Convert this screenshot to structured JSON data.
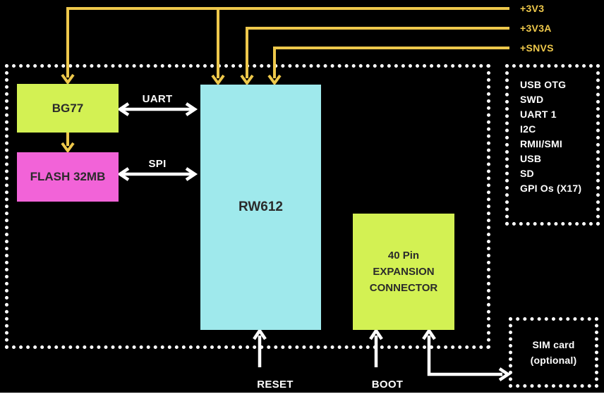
{
  "colors": {
    "background": "#000000",
    "green": "#d3f153",
    "magenta": "#f263d8",
    "cyan": "#9fe9ec",
    "yellow": "#eec84b",
    "white": "#ffffff",
    "dark_text": "#2b2b2b"
  },
  "power_rails": [
    {
      "label": "+3V3"
    },
    {
      "label": "+3V3A"
    },
    {
      "label": "+SNVS"
    }
  ],
  "blocks": {
    "bg77": {
      "label": "BG77"
    },
    "flash": {
      "label": "FLASH 32MB"
    },
    "rw612": {
      "label": "RW612"
    },
    "expansion": {
      "line1": "40 Pin",
      "line2": "EXPANSION",
      "line3": "CONNECTOR"
    }
  },
  "buses": {
    "uart": {
      "label": "UART"
    },
    "spi": {
      "label": "SPI"
    }
  },
  "signals": {
    "reset": {
      "label": "RESET"
    },
    "boot": {
      "label": "BOOT"
    }
  },
  "peripherals": {
    "items": [
      "USB OTG",
      "SWD",
      "UART 1",
      "I2C",
      "RMII/SMI",
      "USB",
      "SD",
      "GPI Os (X17)"
    ]
  },
  "sim_card": {
    "line1": "SIM card",
    "line2": "(optional)"
  }
}
